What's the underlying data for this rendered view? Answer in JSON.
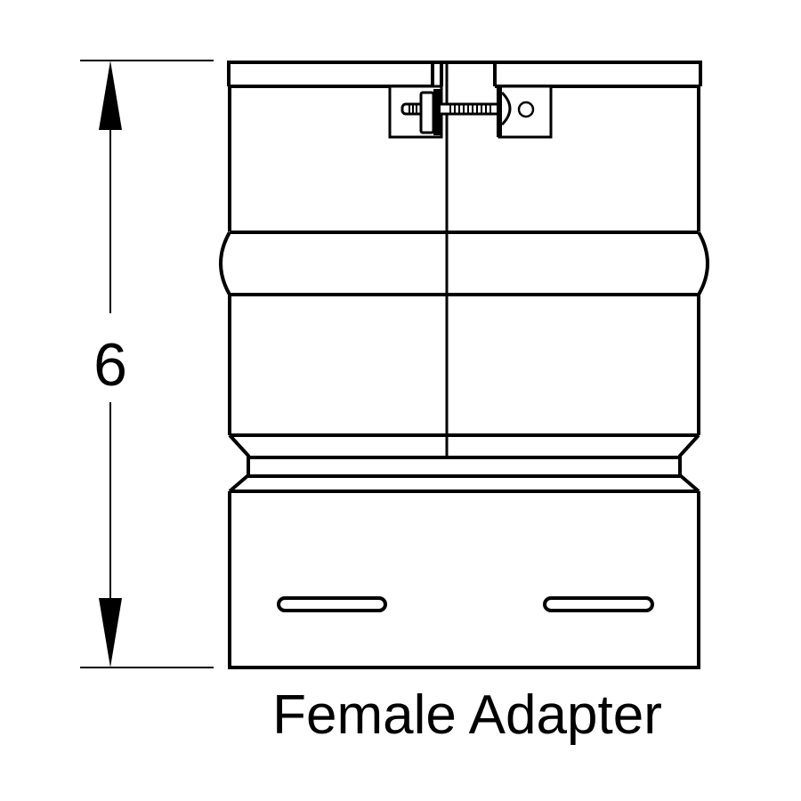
{
  "diagram": {
    "title": "Female Adapter",
    "dimension": {
      "label": "6",
      "orientation": "vertical",
      "from": "top of collar",
      "to": "bottom of adapter"
    },
    "parts": [
      "top-collar",
      "clamp-bracket-left",
      "clamp-bracket-right",
      "clamp-bolt",
      "wing-nut",
      "seam-line",
      "bead-band",
      "upper-body",
      "taper-neck",
      "lower-sleeve",
      "slot-left",
      "slot-right"
    ],
    "colors": {
      "line": "#000000",
      "background": "#ffffff"
    }
  }
}
